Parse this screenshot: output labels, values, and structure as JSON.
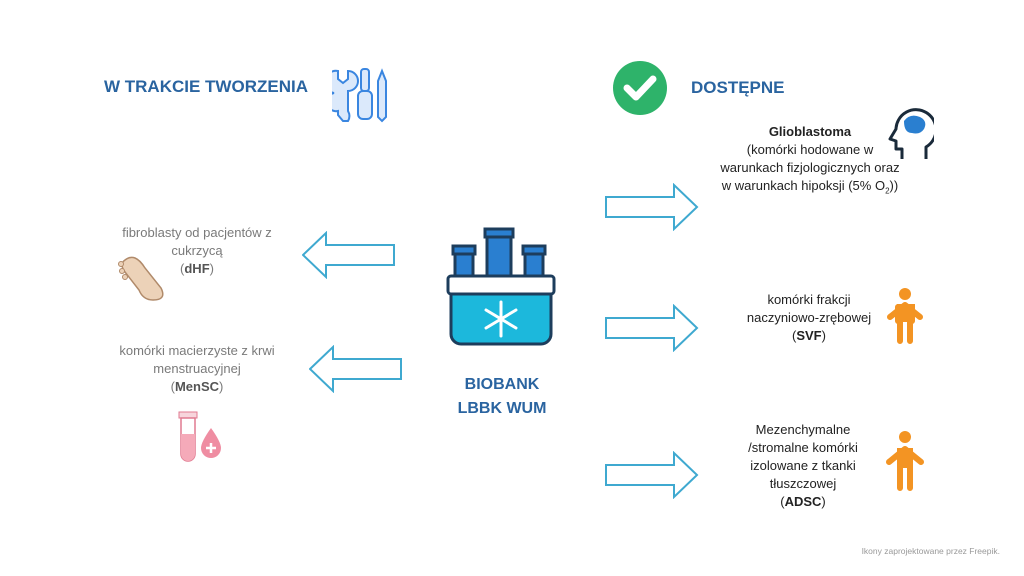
{
  "left": {
    "heading": "W TRAKCIE TWORZENIA",
    "items": [
      {
        "line1": "fibroblasty od pacjentów z",
        "line2": "cukrzycą",
        "abbr": "dHF"
      },
      {
        "line1": "komórki macierzyste z krwi",
        "line2": "menstruacyjnej",
        "abbr": "MenSC"
      }
    ]
  },
  "center": {
    "line1": "BIOBANK",
    "line2": "LBBK WUM"
  },
  "right": {
    "heading": "DOSTĘPNE",
    "items": [
      {
        "title": "Glioblastoma",
        "line1": "(komórki hodowane w",
        "line2": "warunkach fizjologicznych oraz",
        "line3": "w warunkach hipoksji (5% O",
        "sub": "2",
        "end": "))"
      },
      {
        "line1": "komórki frakcji",
        "line2": "naczyniowo-zrębowej",
        "abbr": "SVF"
      },
      {
        "line1": "Mezenchymalne",
        "line2": "/stromalne komórki",
        "line3": "izolowane z tkanki",
        "line4": "tłuszczowej",
        "abbr": "ADSC"
      }
    ]
  },
  "footer": "Ikony zaprojektowane przez Freepik.",
  "colors": {
    "blue": "#2a64a0",
    "arrow": "#3fa9d0",
    "green": "#2eb36a",
    "orange": "#f39423"
  }
}
